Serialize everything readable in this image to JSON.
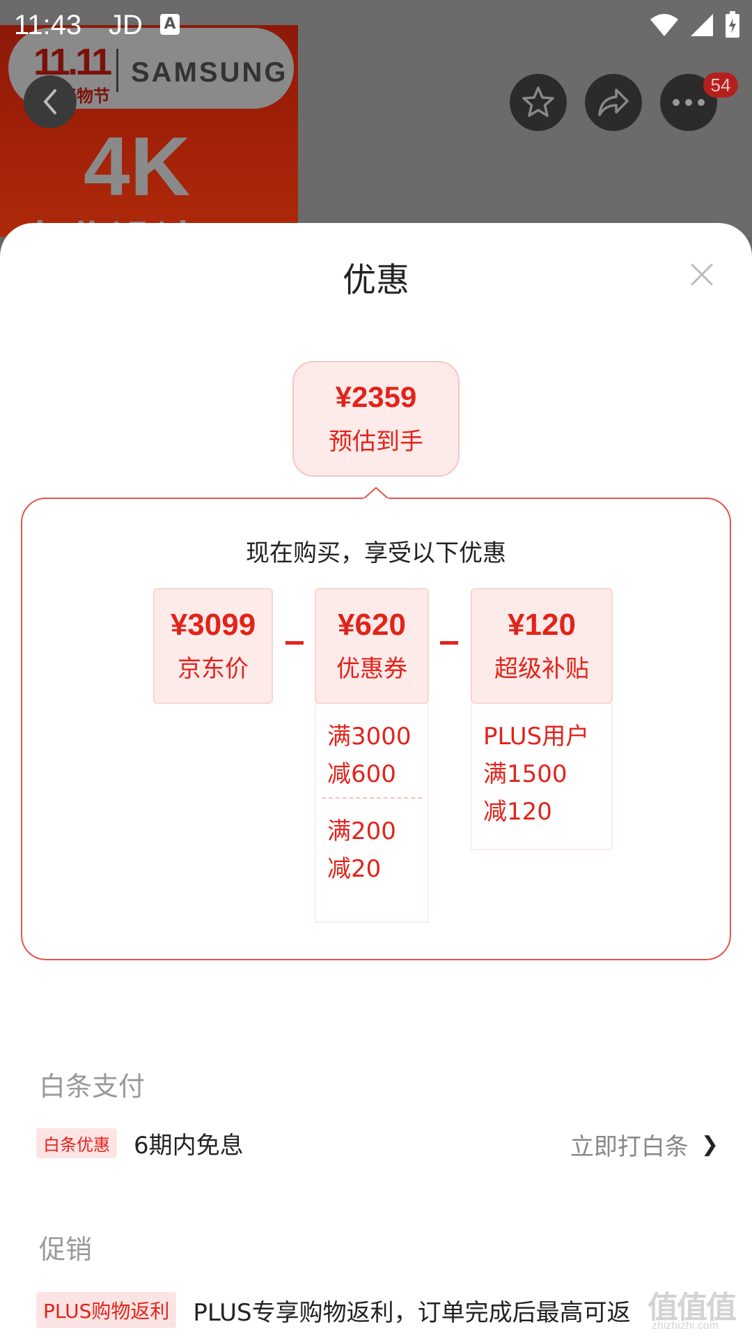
{
  "status_bar": {
    "time": "11:43",
    "app": "JD",
    "notification_icon": "A"
  },
  "background": {
    "banner_logo": "11.11",
    "banner_logo_sub": "全球好物节",
    "brand": "SAMSUNG",
    "headline": "4K",
    "subheadline": "专业设计",
    "more_badge_count": "54"
  },
  "sheet": {
    "title": "优惠",
    "estimate": {
      "price": "¥2359",
      "label": "预估到手"
    },
    "breakdown": {
      "heading": "现在购买，享受以下优惠",
      "items": [
        {
          "value": "¥3099",
          "label": "京东价"
        },
        {
          "value": "¥620",
          "label": "优惠券",
          "details": [
            "满3000\n减600",
            "满200\n减20"
          ]
        },
        {
          "value": "¥120",
          "label": "超级补贴",
          "details": [
            "PLUS用户\n满1500\n减120"
          ]
        }
      ],
      "coupon_detail_1_line1": "满3000",
      "coupon_detail_1_line2": "减600",
      "coupon_detail_2_line1": "满200",
      "coupon_detail_2_line2": "减20",
      "subsidy_detail_line1": "PLUS用户",
      "subsidy_detail_line2": "满1500",
      "subsidy_detail_line3": "减120"
    },
    "baitiao": {
      "section_label": "白条支付",
      "tag": "白条优惠",
      "text": "6期内免息",
      "action": "立即打白条",
      "chevron": "❯"
    },
    "promotion": {
      "section_label": "促销",
      "tag": "PLUS购物返利",
      "text": "PLUS专享购物返利，订单完成后最高可返"
    }
  },
  "watermark": {
    "main": "值值值",
    "sub": "zhizhizhi.com"
  },
  "colors": {
    "accent": "#e2231a",
    "card_bg": "#fdebea",
    "overlay": "#666666"
  }
}
